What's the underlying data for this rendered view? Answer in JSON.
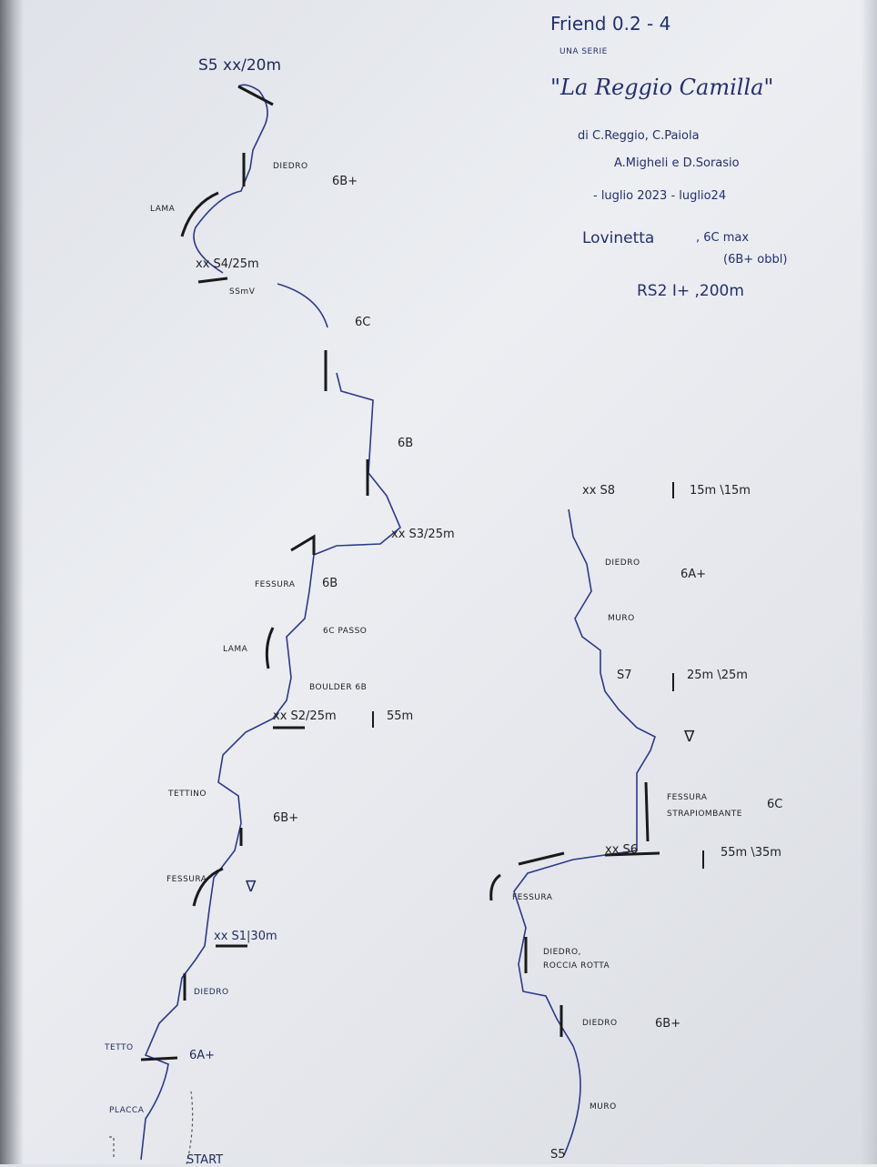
{
  "header": {
    "gear": "Friend 0.2 - 4",
    "gear_note": "UNA SERIE",
    "title": "\"La Reggio Camilla\"",
    "authors_line1": "di C.Reggio, C.Paiola",
    "authors_line2": "A.Migheli e D.Sorasio",
    "dates": "- luglio 2023 - luglio24",
    "location": "Lovinetta",
    "grade_max": ", 6C max",
    "grade_obbl": "(6B+ obbl)",
    "rating": "RS2 I+ ,200m"
  },
  "left_route": {
    "s5": "S5 xx/20m",
    "diedro_top": "DIEDRO",
    "grade_6bplus_top": "6B+",
    "lama_top": "LAMA",
    "s4": "xx S4/25m",
    "s4_note": "SSmV",
    "grade_6c": "6C",
    "grade_6b": "6B",
    "s3": "xx S3/25m",
    "fessura": "FESSURA",
    "grade_6b_2": "6B",
    "passo": "6C PASSO",
    "lama": "LAMA",
    "boulder": "BOULDER 6B",
    "s2": "xx S2/25m",
    "s2_note": "55m",
    "tettino": "TETTINO",
    "grade_6bplus": "6B+",
    "fessura_2": "FESSURA",
    "v_mark": "∇",
    "s1": "xx S1|30m",
    "diedro": "DIEDRO",
    "tetto": "TETTO",
    "grade_6aplus": "6A+",
    "placca": "PLACCA",
    "start": "START"
  },
  "right_route": {
    "s8": "xx S8",
    "s8_len": "15m \\15m",
    "diedro": "DIEDRO",
    "grade_6aplus": "6A+",
    "muro": "MURO",
    "s7": "S7",
    "s7_len": "25m \\25m",
    "v_mark": "∇",
    "fessura_1": "FESSURA",
    "fessura_2": "STRAPIOMBANTE",
    "grade_6c": "6C",
    "s6": "xx S6",
    "s6_len": "55m \\35m",
    "fessura": "FESSURA",
    "diedro_rotta_1": "DIEDRO,",
    "diedro_rotta_2": "ROCCIA ROTTA",
    "diedro_low": "DIEDRO",
    "grade_6bplus": "6B+",
    "muro_low": "MURO",
    "s5": "S5"
  }
}
